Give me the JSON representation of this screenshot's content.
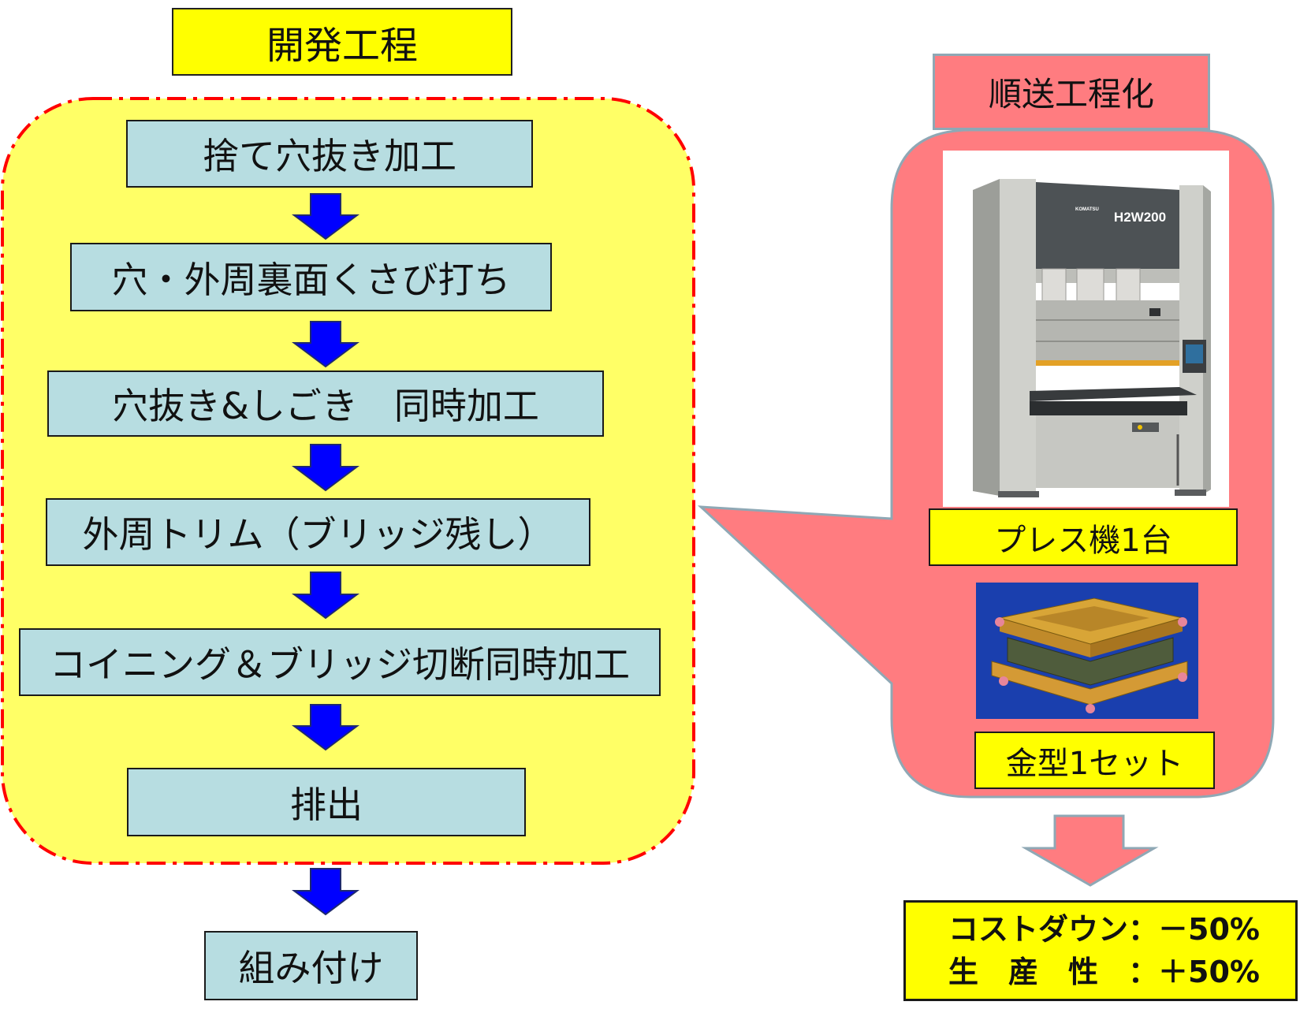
{
  "title": "開発工程",
  "steps": [
    "捨て穴抜き加工",
    "穴・外周裏面くさび打ち",
    "穴抜き&しごき　同時加工",
    "外周トリム（ブリッジ残し）",
    "コイニング＆ブリッジ切断同時加工",
    "排出"
  ],
  "final_step": "組み付け",
  "progressive": {
    "title": "順送工程化",
    "press_model": "H2W200",
    "press_logo": "KOMATSU",
    "press_label": "プレス機1台",
    "die_label": "金型1セット"
  },
  "result": {
    "line1": "コストダウン：－50%",
    "line2": "生　産　性　：＋50%"
  },
  "colors": {
    "title_fill": "#ffff00",
    "region_fill": "#ffff66",
    "region_border": "#ff0000",
    "step_fill": "#b7dde1",
    "arrow_blue": "#0000ff",
    "callout_fill": "#ff7c80",
    "callout_border": "#8fa8b5",
    "label_fill": "#ffff00"
  }
}
